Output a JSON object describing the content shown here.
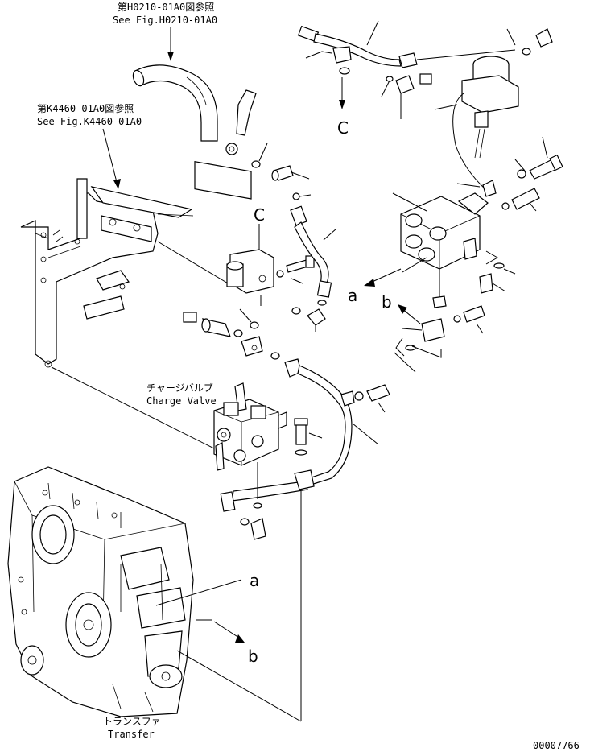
{
  "references": {
    "hose_ref_jp": "第H0210-01A0図参照",
    "hose_ref_en": "See Fig.H0210-01A0",
    "bracket_ref_jp": "第K4460-01A0図参照",
    "bracket_ref_en": "See Fig.K4460-01A0"
  },
  "components": {
    "charge_valve_jp": "チャージバルブ",
    "charge_valve_en": "Charge Valve",
    "transfer_jp": "トランスファ",
    "transfer_en": "Transfer"
  },
  "markers": {
    "c_top": "C",
    "c_mid": "C",
    "a_right": "a",
    "b_right": "b",
    "a_lower": "a",
    "b_lower": "b"
  },
  "footer": {
    "drawing_number": "00007766"
  }
}
